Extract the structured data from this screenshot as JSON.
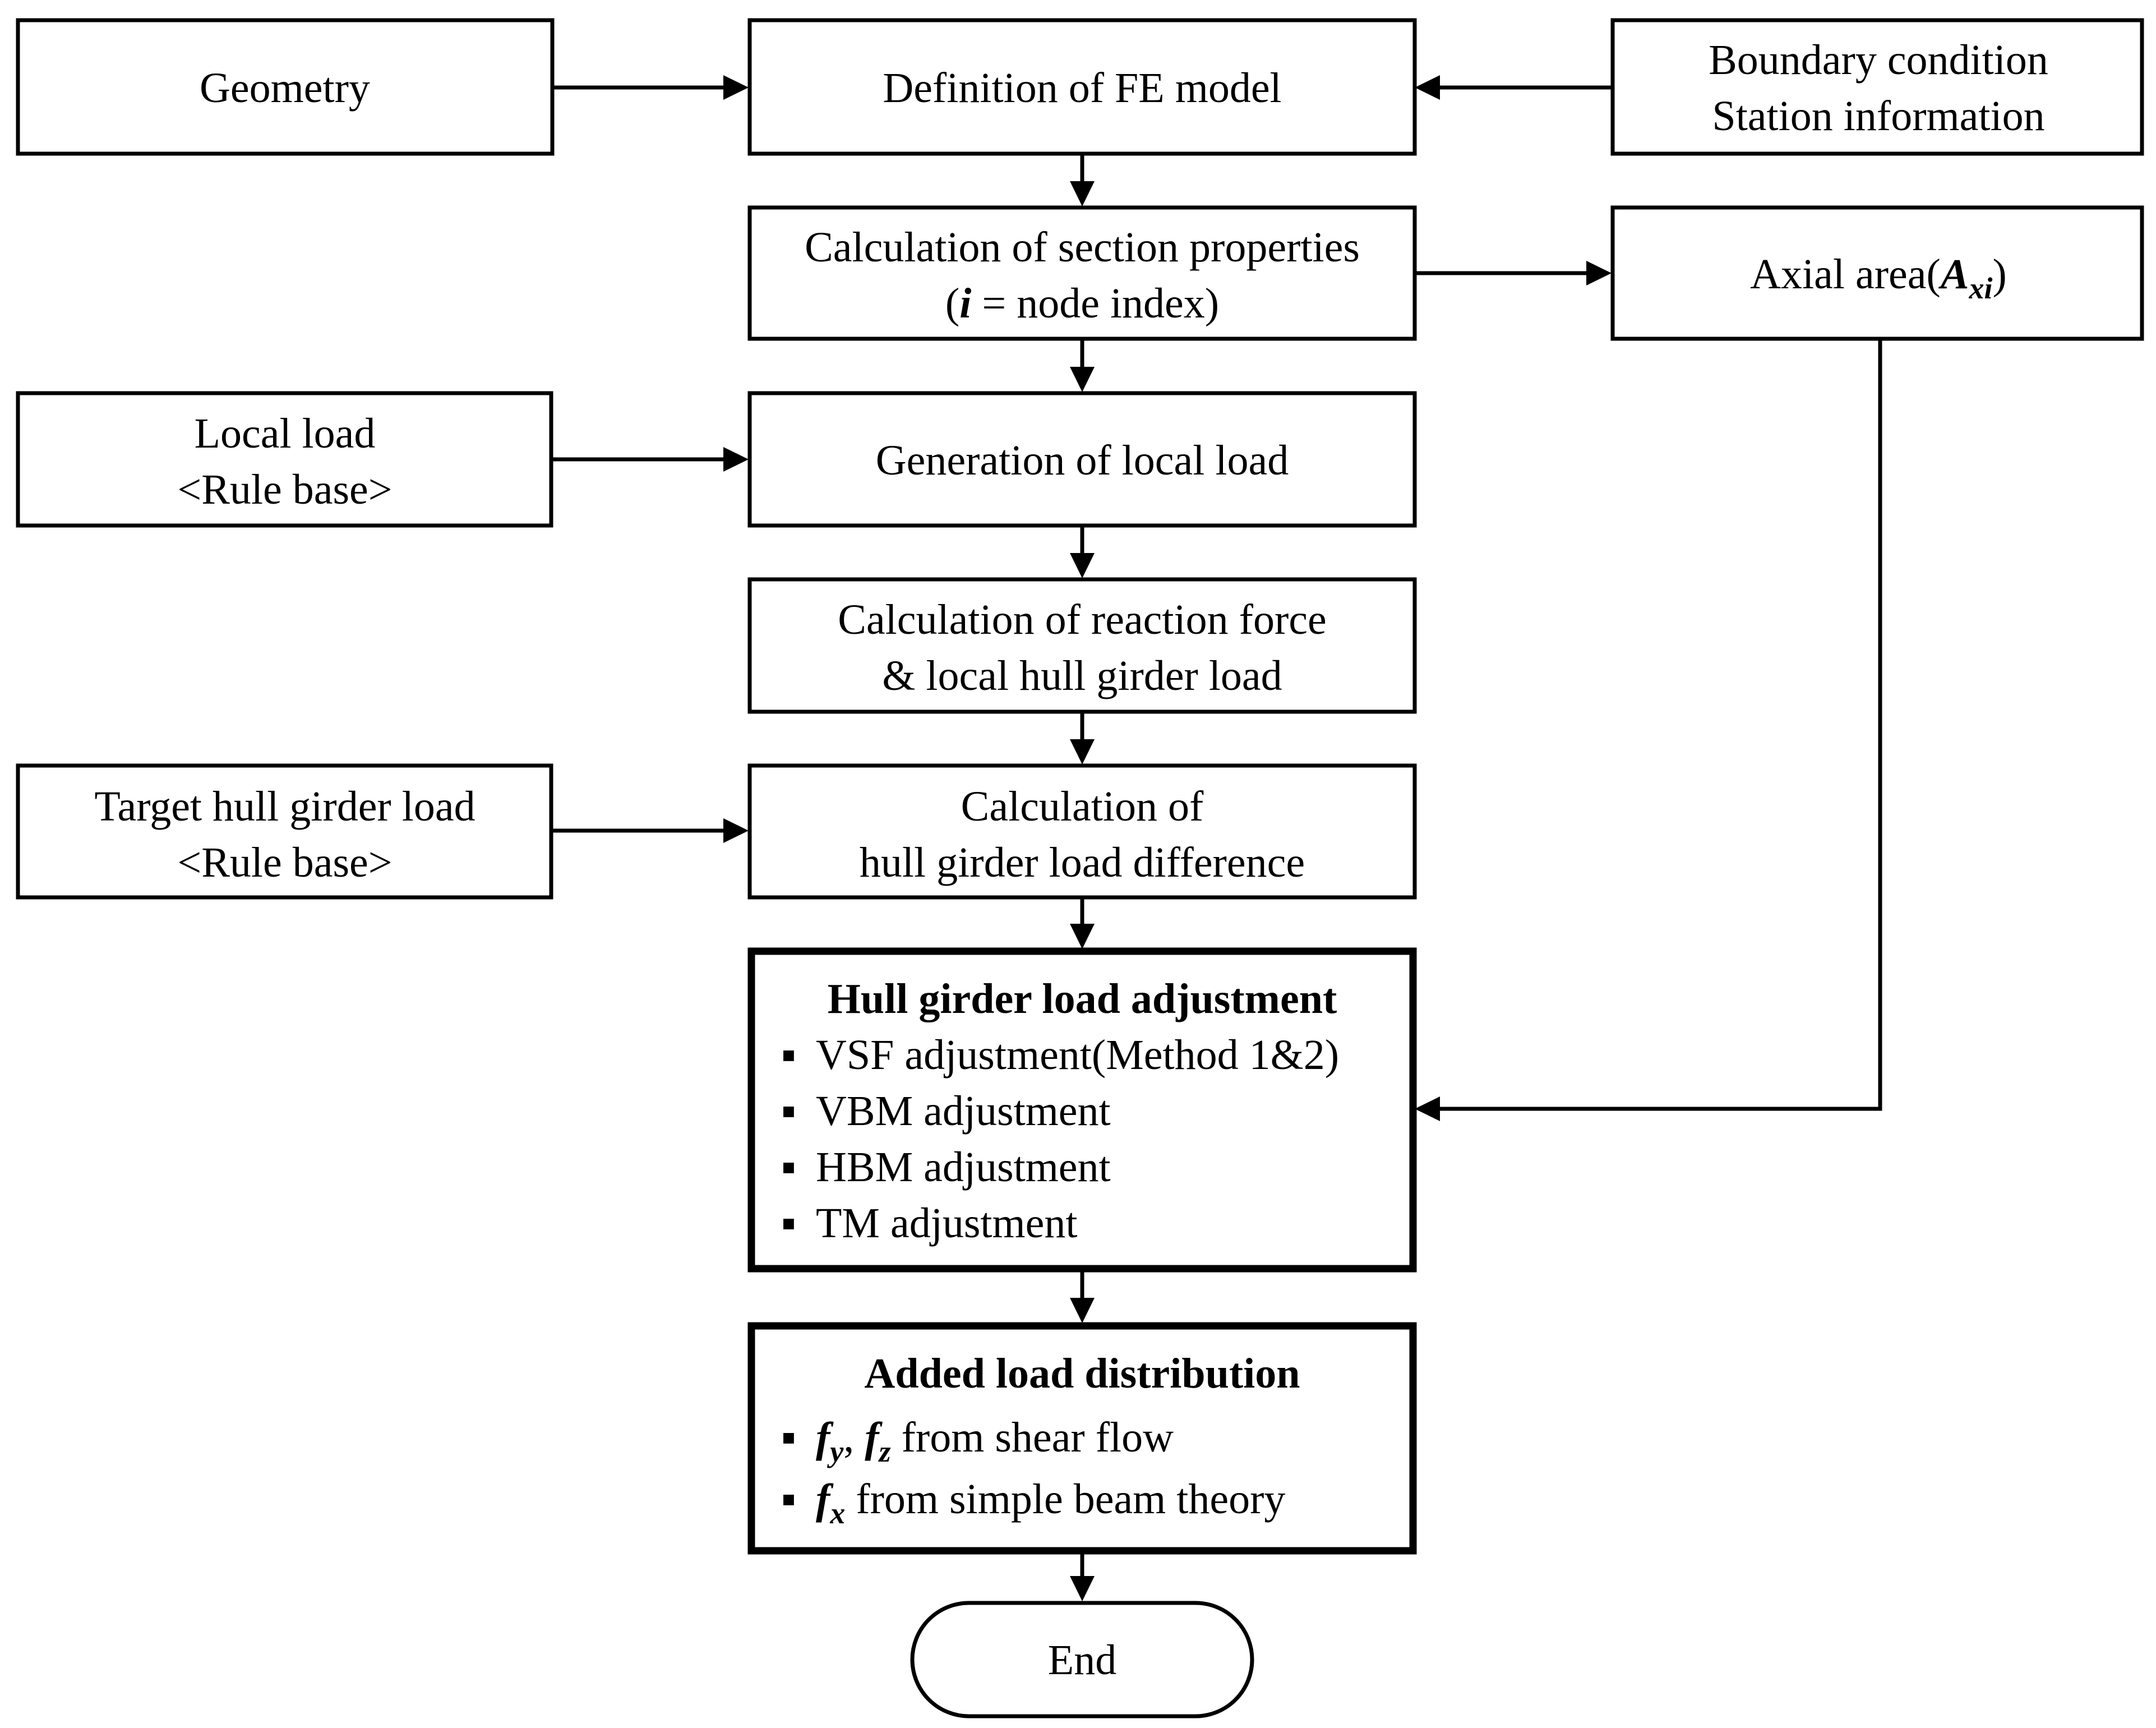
{
  "nodes": {
    "geometry": "Geometry",
    "fe_model": "Definition of FE model",
    "boundary": {
      "line1": "Boundary condition",
      "line2": "Station information"
    },
    "section": {
      "line1": "Calculation of section properties",
      "line2_open": "(",
      "line2_var": "i",
      "line2_rest": " = node index)"
    },
    "axial": {
      "prefix": "Axial area(",
      "var": "A",
      "subscript": "xi",
      "suffix": ")"
    },
    "local_load_input": {
      "line1": "Local load",
      "line2": "<Rule base>"
    },
    "gen_local": "Generation of local load",
    "reaction": {
      "line1": "Calculation of reaction force",
      "line2": "& local hull girder load"
    },
    "target": {
      "line1": "Target hull girder load",
      "line2": "<Rule base>"
    },
    "difference": {
      "line1": "Calculation of",
      "line2": "hull girder load difference"
    },
    "adjustment": {
      "title": "Hull girder load adjustment",
      "bullet": "▪",
      "items": [
        "VSF adjustment(Method 1&2)",
        "VBM adjustment",
        "HBM adjustment",
        "TM adjustment"
      ]
    },
    "distribution": {
      "title": "Added load distribution",
      "bullet": "▪",
      "item1": {
        "v1": "f",
        "s1": "y",
        "sep": ", ",
        "v2": "f",
        "s2": "z",
        "rest": " from shear flow"
      },
      "item2": {
        "v1": "f",
        "s1": "x",
        "rest": " from simple beam theory"
      }
    },
    "end": "End"
  }
}
